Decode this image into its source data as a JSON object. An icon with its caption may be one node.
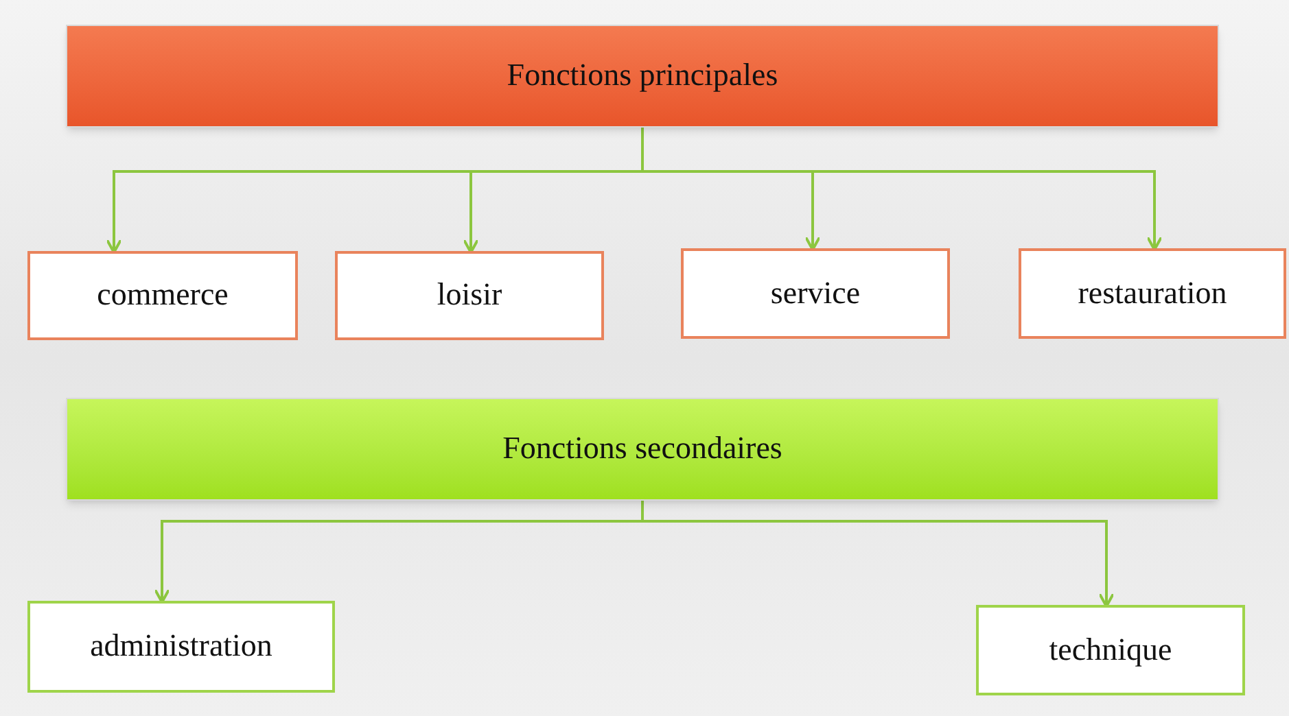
{
  "diagram": {
    "nodes": [
      {
        "text": [
          "Fonctions principales"
        ]
      },
      {
        "text": [
          "commerce"
        ]
      },
      {
        "text": [
          "loisir"
        ]
      },
      {
        "text": [
          "service"
        ]
      },
      {
        "text": [
          "restauration"
        ]
      },
      {
        "text": [
          "Fonctions secondaires"
        ]
      },
      {
        "text": [
          "administration"
        ]
      },
      {
        "text": [
          "technique"
        ]
      }
    ],
    "edges": [
      {
        "from": 0,
        "to": 1,
        "arrow": "to"
      },
      {
        "from": 0,
        "to": 2,
        "arrow": "to"
      },
      {
        "from": 0,
        "to": 3,
        "arrow": "to"
      },
      {
        "from": 0,
        "to": 4,
        "arrow": "to"
      },
      {
        "from": 5,
        "to": 6,
        "arrow": "to"
      },
      {
        "from": 5,
        "to": 7,
        "arrow": "to"
      }
    ]
  }
}
